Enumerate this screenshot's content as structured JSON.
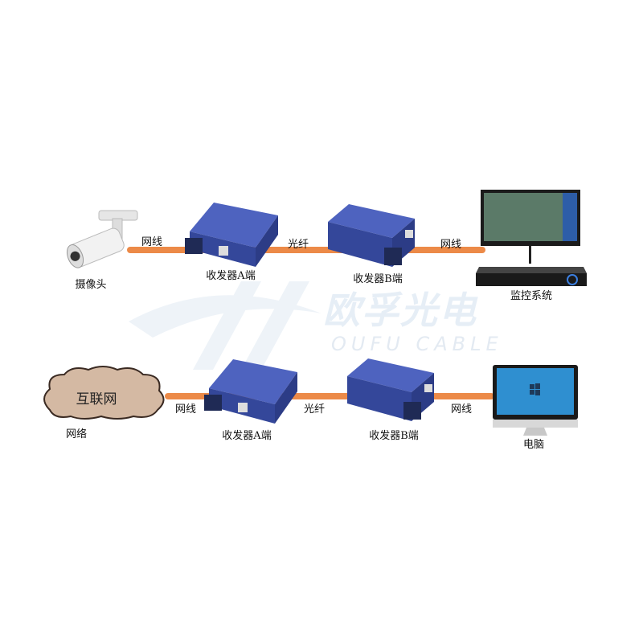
{
  "watermark": {
    "brand_cn": "欧孚光电",
    "brand_en": "OUFU CABLE"
  },
  "row1": {
    "source_label": "摄像头",
    "cable_left": "网线",
    "transceiver_a": "收发器A端",
    "fiber": "光纤",
    "transceiver_b": "收发器B端",
    "cable_right": "网线",
    "dest_label": "监控系统"
  },
  "row2": {
    "cloud_text": "互联网",
    "source_label": "网络",
    "cable_left": "网线",
    "transceiver_a": "收发器A端",
    "fiber": "光纤",
    "transceiver_b": "收发器B端",
    "cable_right": "网线",
    "dest_label": "电脑"
  },
  "colors": {
    "cable": "#ec8a48",
    "transceiver": "#3a4fa8"
  }
}
